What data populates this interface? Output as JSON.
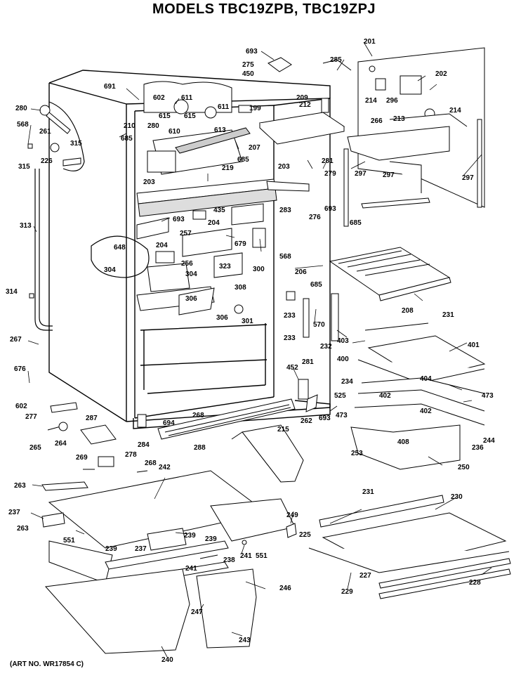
{
  "title": "MODELS TBC19ZPB, TBC19ZPJ",
  "art_number": "(ART NO. WR17854 C)",
  "part_labels": [
    {
      "id": "p693a",
      "text": "693"
    },
    {
      "id": "p201",
      "text": "201"
    },
    {
      "id": "p275",
      "text": "275"
    },
    {
      "id": "p450",
      "text": "450"
    },
    {
      "id": "p285",
      "text": "285"
    },
    {
      "id": "p202",
      "text": "202"
    },
    {
      "id": "p691",
      "text": "691"
    },
    {
      "id": "p602a",
      "text": "602"
    },
    {
      "id": "p611",
      "text": "611"
    },
    {
      "id": "p209",
      "text": "209"
    },
    {
      "id": "p214a",
      "text": "214"
    },
    {
      "id": "p296",
      "text": "296"
    },
    {
      "id": "p280a",
      "text": "280"
    },
    {
      "id": "p615a",
      "text": "615"
    },
    {
      "id": "p615b",
      "text": "615"
    },
    {
      "id": "p611b",
      "text": "611"
    },
    {
      "id": "p199",
      "text": "199"
    },
    {
      "id": "p212",
      "text": "212"
    },
    {
      "id": "p213",
      "text": "213"
    },
    {
      "id": "p214b",
      "text": "214"
    },
    {
      "id": "p568a",
      "text": "568"
    },
    {
      "id": "p261",
      "text": "261"
    },
    {
      "id": "p210",
      "text": "210"
    },
    {
      "id": "p280b",
      "text": "280"
    },
    {
      "id": "p610",
      "text": "610"
    },
    {
      "id": "p613",
      "text": "613"
    },
    {
      "id": "p266",
      "text": "266"
    },
    {
      "id": "p315a",
      "text": "315"
    },
    {
      "id": "p685a",
      "text": "685"
    },
    {
      "id": "p207",
      "text": "207"
    },
    {
      "id": "p315b",
      "text": "315"
    },
    {
      "id": "p226",
      "text": "226"
    },
    {
      "id": "p685b",
      "text": "685"
    },
    {
      "id": "p281a",
      "text": "281"
    },
    {
      "id": "p219",
      "text": "219"
    },
    {
      "id": "p203a",
      "text": "203"
    },
    {
      "id": "p279",
      "text": "279"
    },
    {
      "id": "p297a",
      "text": "297"
    },
    {
      "id": "p297b",
      "text": "297"
    },
    {
      "id": "p297c",
      "text": "297"
    },
    {
      "id": "p203b",
      "text": "203"
    },
    {
      "id": "p283",
      "text": "283"
    },
    {
      "id": "p693b",
      "text": "693"
    },
    {
      "id": "p435",
      "text": "435"
    },
    {
      "id": "p276",
      "text": "276"
    },
    {
      "id": "p313",
      "text": "313"
    },
    {
      "id": "p693c",
      "text": "693"
    },
    {
      "id": "p204a",
      "text": "204"
    },
    {
      "id": "p685c",
      "text": "685"
    },
    {
      "id": "p257",
      "text": "257"
    },
    {
      "id": "p679",
      "text": "679"
    },
    {
      "id": "p648",
      "text": "648"
    },
    {
      "id": "p204b",
      "text": "204"
    },
    {
      "id": "p568b",
      "text": "568"
    },
    {
      "id": "p256",
      "text": "256"
    },
    {
      "id": "p323",
      "text": "323"
    },
    {
      "id": "p304a",
      "text": "304"
    },
    {
      "id": "p304b",
      "text": "304"
    },
    {
      "id": "p300",
      "text": "300"
    },
    {
      "id": "p206",
      "text": "206"
    },
    {
      "id": "p308",
      "text": "308"
    },
    {
      "id": "p685d",
      "text": "685"
    },
    {
      "id": "p314",
      "text": "314"
    },
    {
      "id": "p306a",
      "text": "306"
    },
    {
      "id": "p208",
      "text": "208"
    },
    {
      "id": "p233a",
      "text": "233"
    },
    {
      "id": "p231a",
      "text": "231"
    },
    {
      "id": "p306b",
      "text": "306"
    },
    {
      "id": "p301",
      "text": "301"
    },
    {
      "id": "p570",
      "text": "570"
    },
    {
      "id": "p233b",
      "text": "233"
    },
    {
      "id": "p232",
      "text": "232"
    },
    {
      "id": "p267",
      "text": "267"
    },
    {
      "id": "p403",
      "text": "403"
    },
    {
      "id": "p401",
      "text": "401"
    },
    {
      "id": "p400",
      "text": "400"
    },
    {
      "id": "p281b",
      "text": "281"
    },
    {
      "id": "p676",
      "text": "676"
    },
    {
      "id": "p452",
      "text": "452"
    },
    {
      "id": "p404",
      "text": "404"
    },
    {
      "id": "p234",
      "text": "234"
    },
    {
      "id": "p402a",
      "text": "402"
    },
    {
      "id": "p473a",
      "text": "473"
    },
    {
      "id": "p525",
      "text": "525"
    },
    {
      "id": "p602b",
      "text": "602"
    },
    {
      "id": "p473b",
      "text": "473"
    },
    {
      "id": "p402b",
      "text": "402"
    },
    {
      "id": "p277",
      "text": "277"
    },
    {
      "id": "p268a",
      "text": "268"
    },
    {
      "id": "p262",
      "text": "262"
    },
    {
      "id": "p693d",
      "text": "693"
    },
    {
      "id": "p287",
      "text": "287"
    },
    {
      "id": "p694",
      "text": "694"
    },
    {
      "id": "p244",
      "text": "244"
    },
    {
      "id": "p265",
      "text": "265"
    },
    {
      "id": "p264",
      "text": "264"
    },
    {
      "id": "p284",
      "text": "284"
    },
    {
      "id": "p288",
      "text": "288"
    },
    {
      "id": "p215",
      "text": "215"
    },
    {
      "id": "p408",
      "text": "408"
    },
    {
      "id": "p236",
      "text": "236"
    },
    {
      "id": "p253",
      "text": "253"
    },
    {
      "id": "p278",
      "text": "278"
    },
    {
      "id": "p269",
      "text": "269"
    },
    {
      "id": "p268b",
      "text": "268"
    },
    {
      "id": "p242",
      "text": "242"
    },
    {
      "id": "p250",
      "text": "250"
    },
    {
      "id": "p263a",
      "text": "263"
    },
    {
      "id": "p231b",
      "text": "231"
    },
    {
      "id": "p230",
      "text": "230"
    },
    {
      "id": "p237a",
      "text": "237"
    },
    {
      "id": "p249",
      "text": "249"
    },
    {
      "id": "p263b",
      "text": "263"
    },
    {
      "id": "p239a",
      "text": "239"
    },
    {
      "id": "p551a",
      "text": "551"
    },
    {
      "id": "p239b",
      "text": "239"
    },
    {
      "id": "p225",
      "text": "225"
    },
    {
      "id": "p237b",
      "text": "237"
    },
    {
      "id": "p239c",
      "text": "239"
    },
    {
      "id": "p551b",
      "text": "551"
    },
    {
      "id": "p241a",
      "text": "241"
    },
    {
      "id": "p238",
      "text": "238"
    },
    {
      "id": "p241b",
      "text": "241"
    },
    {
      "id": "p246",
      "text": "246"
    },
    {
      "id": "p227",
      "text": "227"
    },
    {
      "id": "p229",
      "text": "229"
    },
    {
      "id": "p228",
      "text": "228"
    },
    {
      "id": "p247",
      "text": "247"
    },
    {
      "id": "p243",
      "text": "243"
    },
    {
      "id": "p240",
      "text": "240"
    }
  ]
}
